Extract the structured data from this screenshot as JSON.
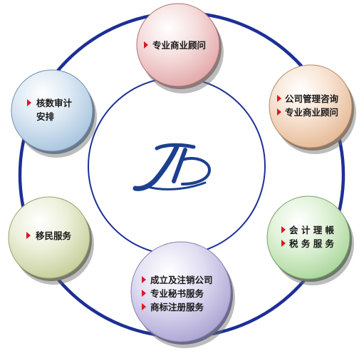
{
  "nodes": [
    {
      "id": "top",
      "lines": [
        "专业商业顾问"
      ]
    },
    {
      "id": "upper-right",
      "lines": [
        "公司管理咨询",
        "专业商业顾问"
      ]
    },
    {
      "id": "lower-right",
      "lines": [
        "会 计 理 帳",
        "税 务 服 务"
      ]
    },
    {
      "id": "bottom",
      "lines": [
        "成立及注销公司",
        "专业秘书服务",
        "商标注册服务"
      ]
    },
    {
      "id": "lower-left",
      "lines": [
        "移民服务"
      ]
    },
    {
      "id": "upper-left",
      "lines": [
        "核数审计",
        "安排"
      ]
    }
  ],
  "colors": {
    "ring": "#1d2f96",
    "logo": "#1d3f8e",
    "bullet": "#e0141e",
    "top": "#f1c4c4",
    "upper-right": "#f6d8c2",
    "lower-right": "#d2ecc8",
    "bottom": "#d5d0ea",
    "lower-left": "#e2e7c9",
    "upper-left": "#cde0ee"
  },
  "logo": {
    "icon": "jd-monogram-logo"
  }
}
